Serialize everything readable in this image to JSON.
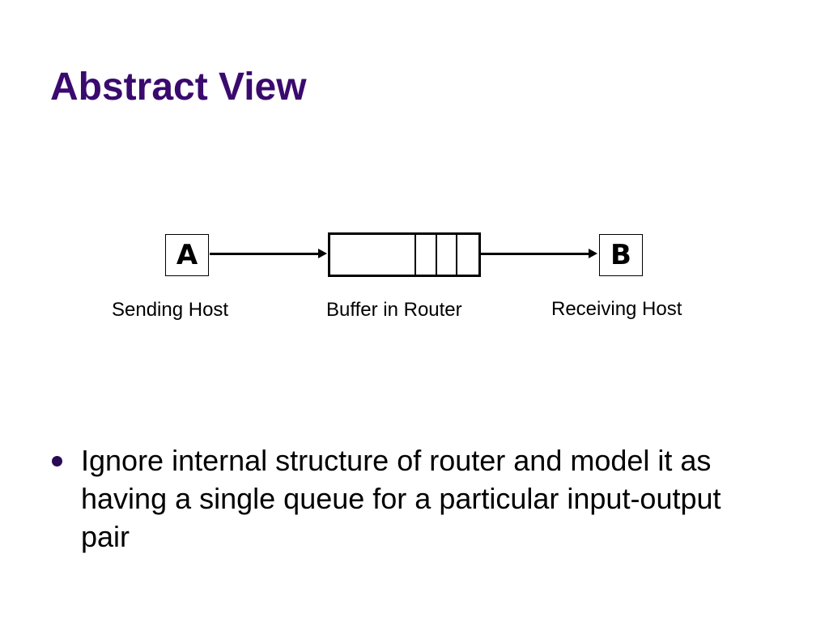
{
  "slide": {
    "title": "Abstract View"
  },
  "diagram": {
    "sender": {
      "letter": "A",
      "caption": "Sending Host"
    },
    "buffer": {
      "caption": "Buffer in Router"
    },
    "receiver": {
      "letter": "B",
      "caption": "Receiving Host"
    }
  },
  "bullets": [
    {
      "text": "Ignore internal structure of router and model it as having a single queue for a particular input-output pair"
    }
  ],
  "colors": {
    "title": "#3a0a6e",
    "bullet": "#2a0a55",
    "background": "#ffffff",
    "lines": "#000000"
  }
}
